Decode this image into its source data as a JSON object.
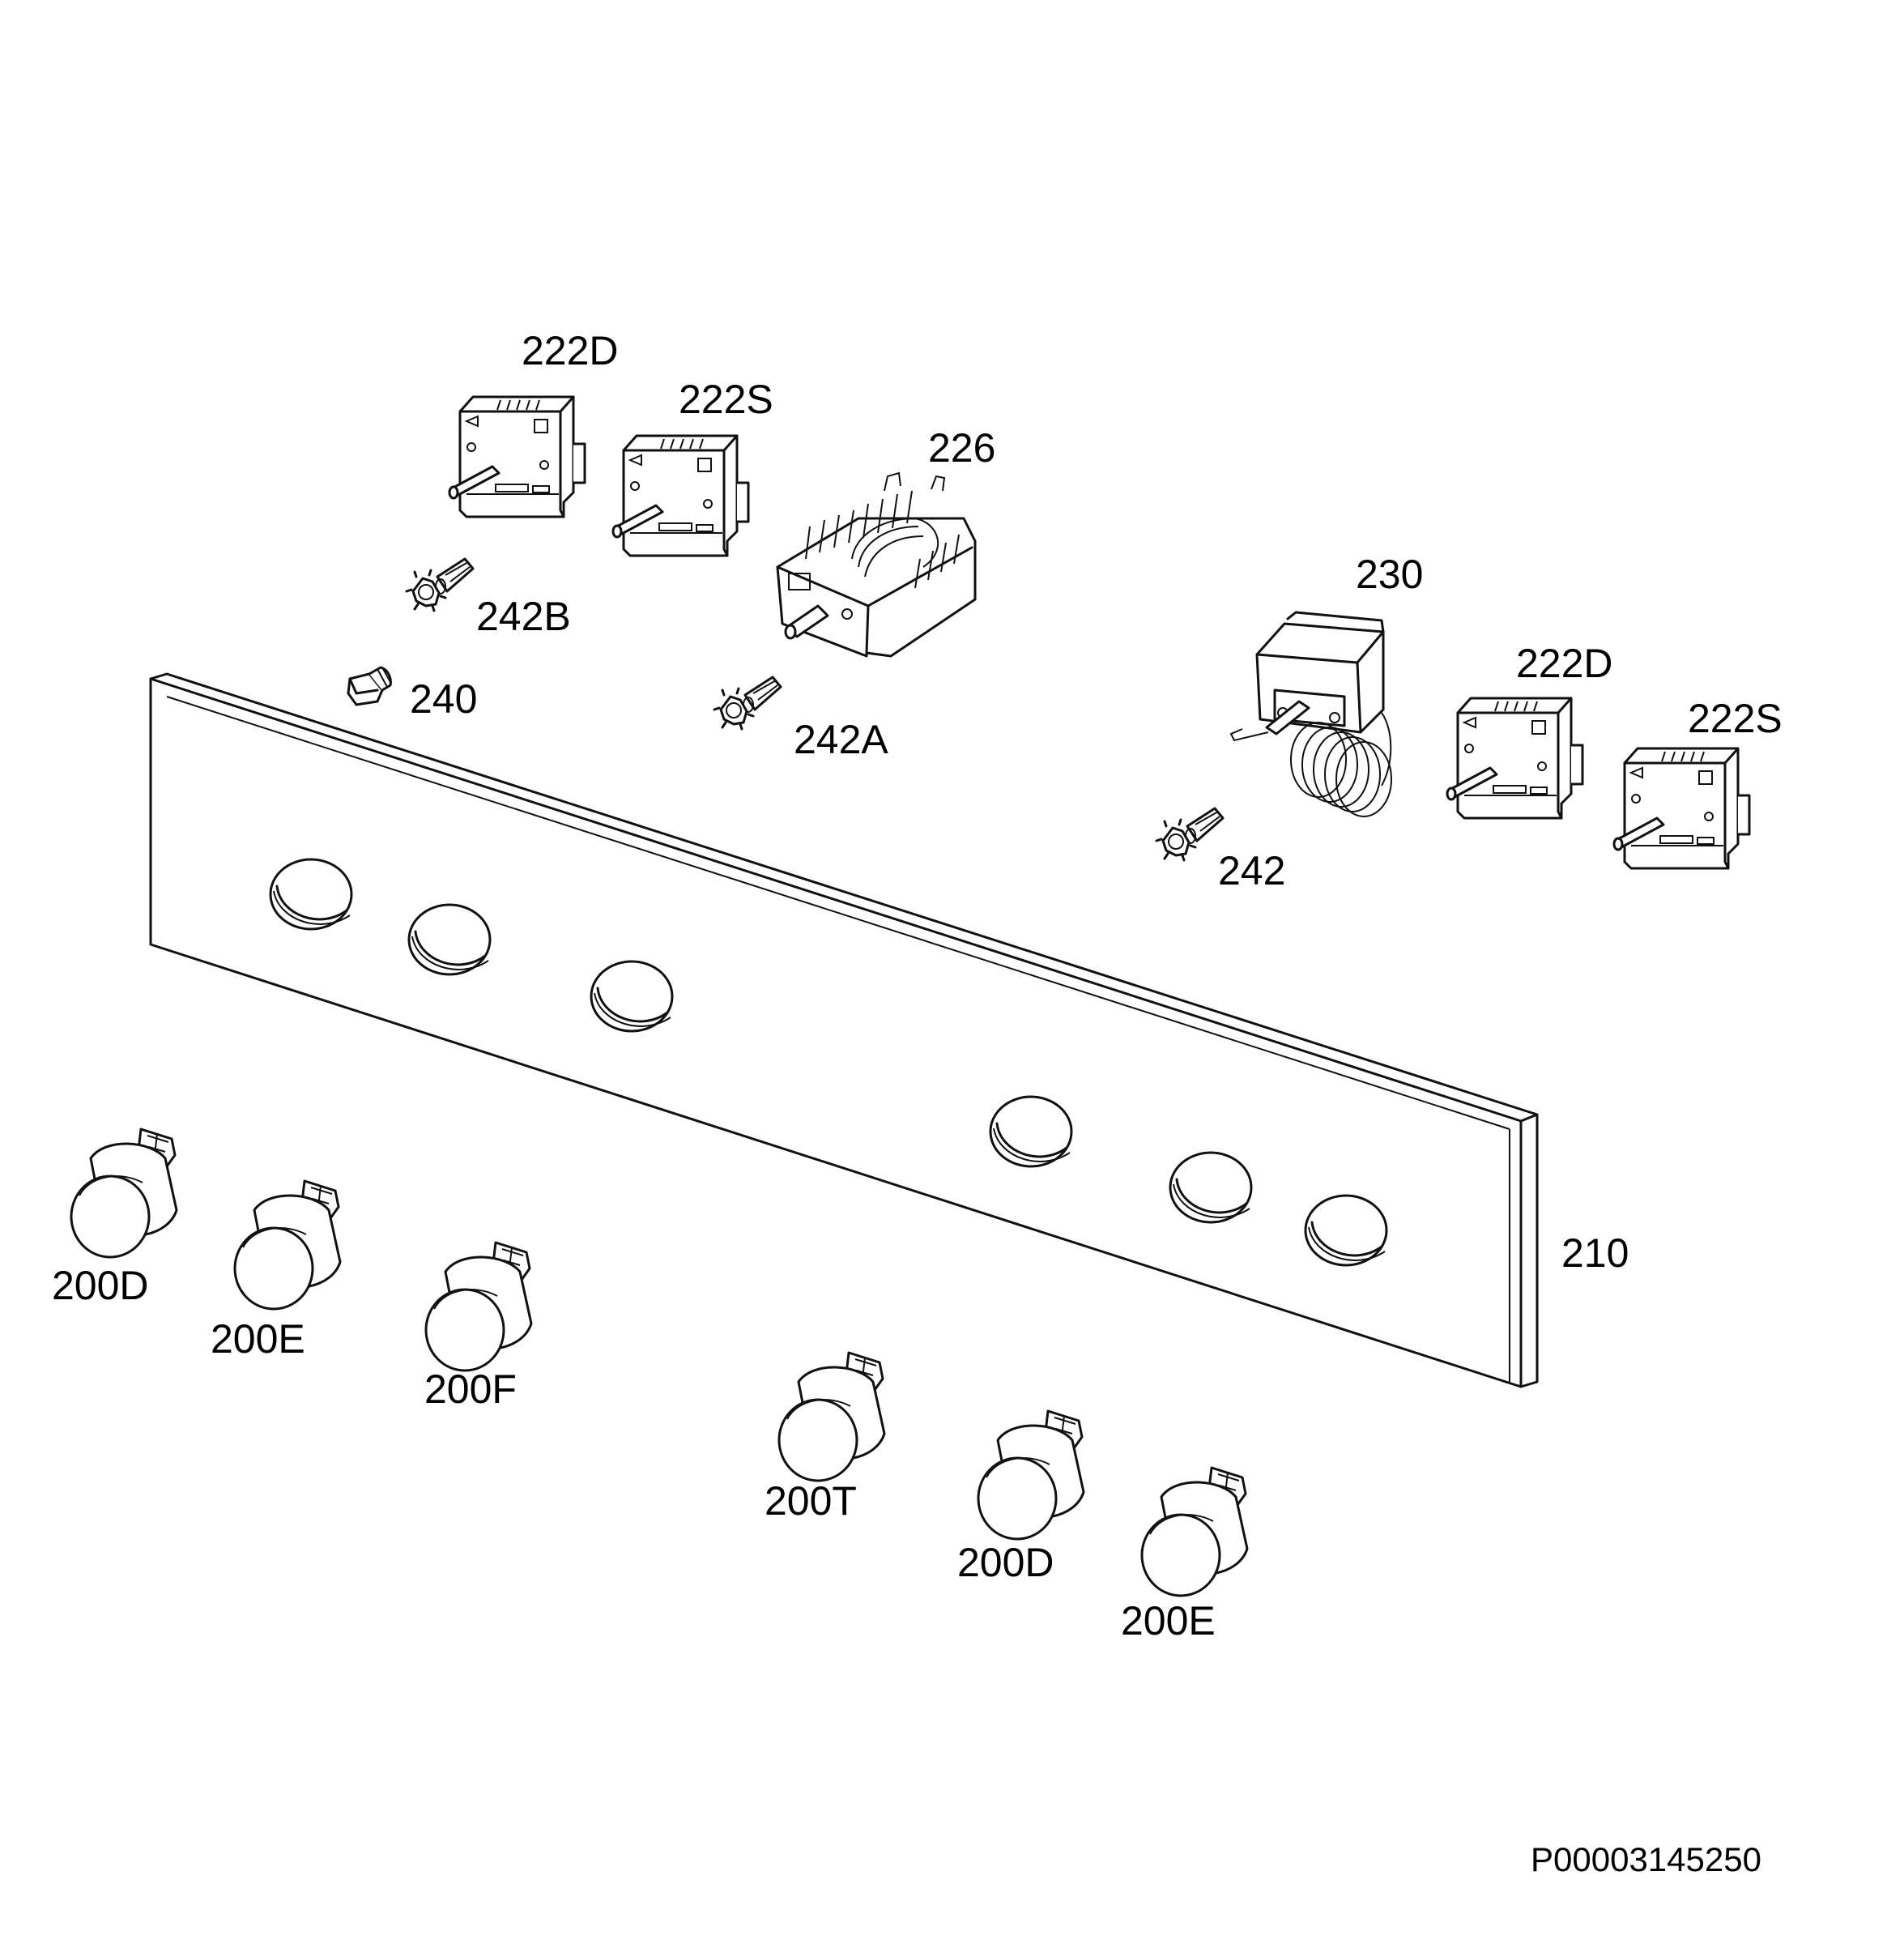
{
  "diagram": {
    "labels": {
      "switch_222d_top": "222D",
      "switch_222s_top": "222S",
      "selector_226": "226",
      "thermostat_230": "230",
      "switch_222d_right": "222D",
      "switch_222s_right": "222S",
      "spindle_242b": "242B",
      "lamp_240": "240",
      "spindle_242a": "242A",
      "spindle_242": "242",
      "panel_210": "210",
      "knob_200d_left": "200D",
      "knob_200e_left": "200E",
      "knob_200f": "200F",
      "knob_200t": "200T",
      "knob_200d_right": "200D",
      "knob_200e_right": "200E"
    },
    "document_id": "P00003145250"
  }
}
